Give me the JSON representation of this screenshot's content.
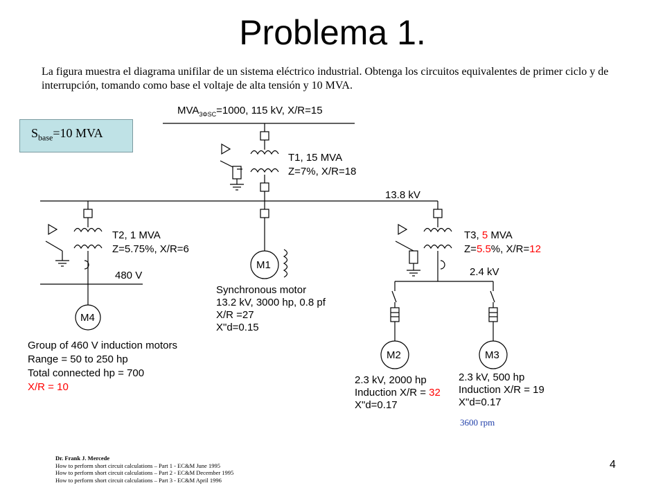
{
  "title": "Problema 1.",
  "intro": "La figura muestra el diagrama unifilar de un sistema eléctrico industrial. Obtenga los circuitos equivalentes de primer ciclo y de interrupción, tomando como base el voltaje de alta tensión y 10 MVA.",
  "sbase": {
    "label_s": "S",
    "label_sub": "base",
    "label_rest": "=10 MVA"
  },
  "source": {
    "pre": "MVA",
    "sub": "3ΦSC",
    "post": "=1000, 115 kV, X/R=15"
  },
  "t1": {
    "line1": "T1, 15 MVA",
    "line2": "Z=7%, X/R=18"
  },
  "bus_13_8": "13.8 kV",
  "t2": {
    "line1": "T2, 1 MVA",
    "line2": "Z=5.75%, X/R=6"
  },
  "bus_480": "480 V",
  "t3": {
    "l1a": "T3, ",
    "l1b": "5",
    "l1c": " MVA",
    "l2a": "Z=",
    "l2b": "5.5",
    "l2c": "%, X/R=",
    "l2d": "12"
  },
  "bus_2_4": "2.4 kV",
  "m1": {
    "name": "M1",
    "lines": [
      "Synchronous motor",
      "13.2 kV, 3000 hp, 0.8 pf",
      "X/R =27",
      "X\"d=0.15"
    ]
  },
  "m4": {
    "name": "M4",
    "lines": [
      "Group of 460 V induction motors",
      "Range = 50 to 250 hp",
      "Total connected hp = 700"
    ],
    "xr": "X/R = 10"
  },
  "m2": {
    "name": "M2",
    "line1": "2.3 kV, 2000 hp",
    "line2a": "Induction X/R = ",
    "line2b": "32",
    "line3": "X\"d=0.17"
  },
  "m3": {
    "name": "M3",
    "line1": "2.3 kV, 500 hp",
    "line2": "Induction X/R = 19",
    "line3": "X\"d=0.17",
    "rpm": "3600 rpm"
  },
  "page_number": "4",
  "references": [
    "Dr. Frank J. Mercede",
    "How to perform short circuit calculations – Part 1 - EC&M June 1995",
    "How to perform short circuit calculations – Part 2 - EC&M December 1995",
    "How to perform short circuit calculations – Part 3 - EC&M April 1996"
  ],
  "colors": {
    "highlight": "#ff0000",
    "sbase_fill": "#bfe2e6",
    "rpm_text": "#1f3ea8"
  }
}
